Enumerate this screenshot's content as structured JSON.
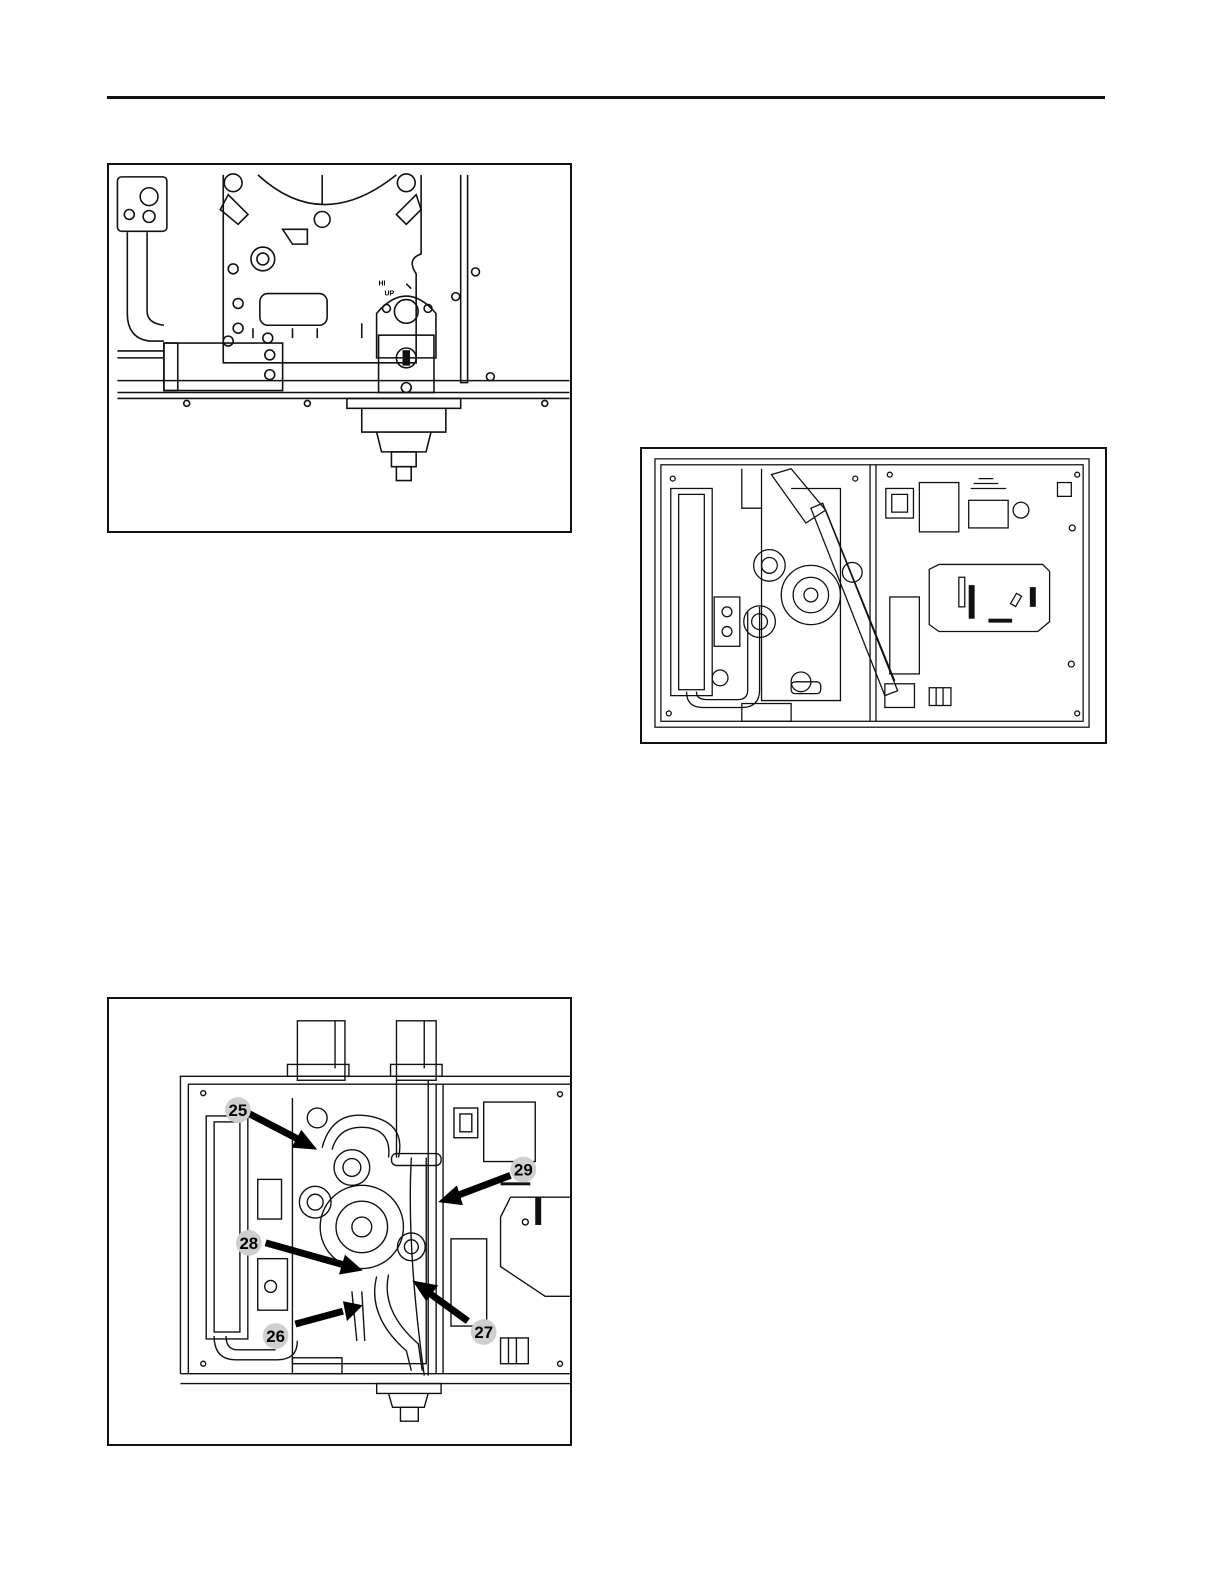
{
  "figures": {
    "upper_left": {
      "embossed_marks": {
        "a": "UP",
        "b": "HI"
      }
    },
    "lower_left": {
      "callouts": [
        "25",
        "26",
        "27",
        "28",
        "29"
      ]
    }
  }
}
